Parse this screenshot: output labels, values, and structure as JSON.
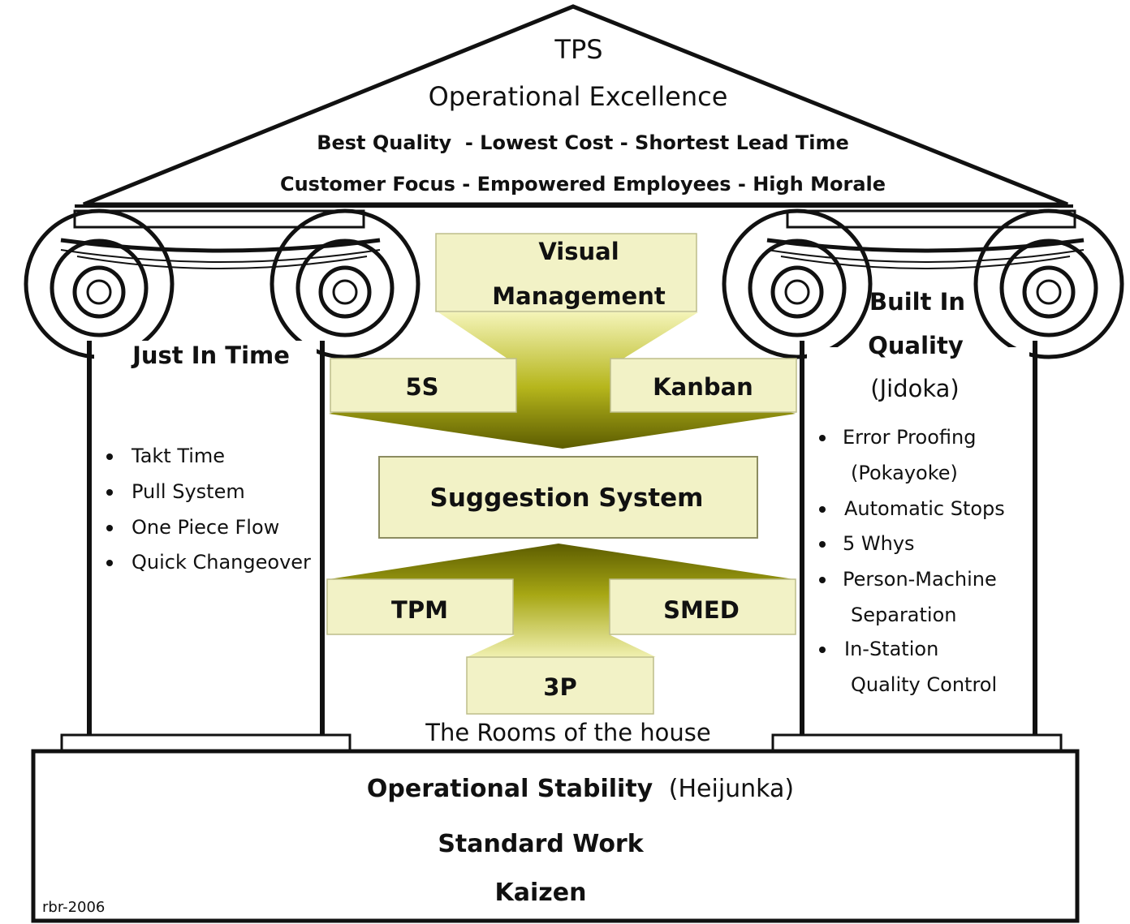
{
  "roof": {
    "title": "TPS",
    "subtitle": "Operational Excellence",
    "line1": "Best Quality  - Lowest Cost - Shortest Lead Time",
    "line2": "Customer Focus - Empowered Employees - High Morale"
  },
  "left_pillar": {
    "title": "Just In Time",
    "items": [
      "Takt Time",
      "Pull System",
      "One Piece Flow",
      "Quick Changeover"
    ]
  },
  "right_pillar": {
    "title_line1": "Built In",
    "title_line2": "Quality",
    "title_line3": "(Jidoka)",
    "items": [
      {
        "lines": [
          "Error Proofing",
          "(Pokayoke)"
        ]
      },
      {
        "lines": [
          "Automatic Stops"
        ]
      },
      {
        "lines": [
          "5 Whys"
        ]
      },
      {
        "lines": [
          "Person-Machine",
          "Separation"
        ]
      },
      {
        "lines": [
          "In-Station",
          "Quality Control"
        ]
      }
    ]
  },
  "rooms": {
    "visual_line1": "Visual",
    "visual_line2": "Management",
    "five_s": "5S",
    "kanban": "Kanban",
    "suggestion": "Suggestion System",
    "tpm": "TPM",
    "smed": "SMED",
    "three_p": "3P",
    "caption": "The Rooms of the house"
  },
  "foundation": {
    "line1_bold": "Operational Stability",
    "line1_paren": "(Heijunka)",
    "line2": "Standard Work",
    "line3": "Kaizen",
    "credit": "rbr-2006"
  },
  "colors": {
    "box_fill": "#f2f2c6",
    "arrow_dark": "#5c5c00",
    "arrow_light": "#f4f4b8",
    "line": "#111111"
  }
}
